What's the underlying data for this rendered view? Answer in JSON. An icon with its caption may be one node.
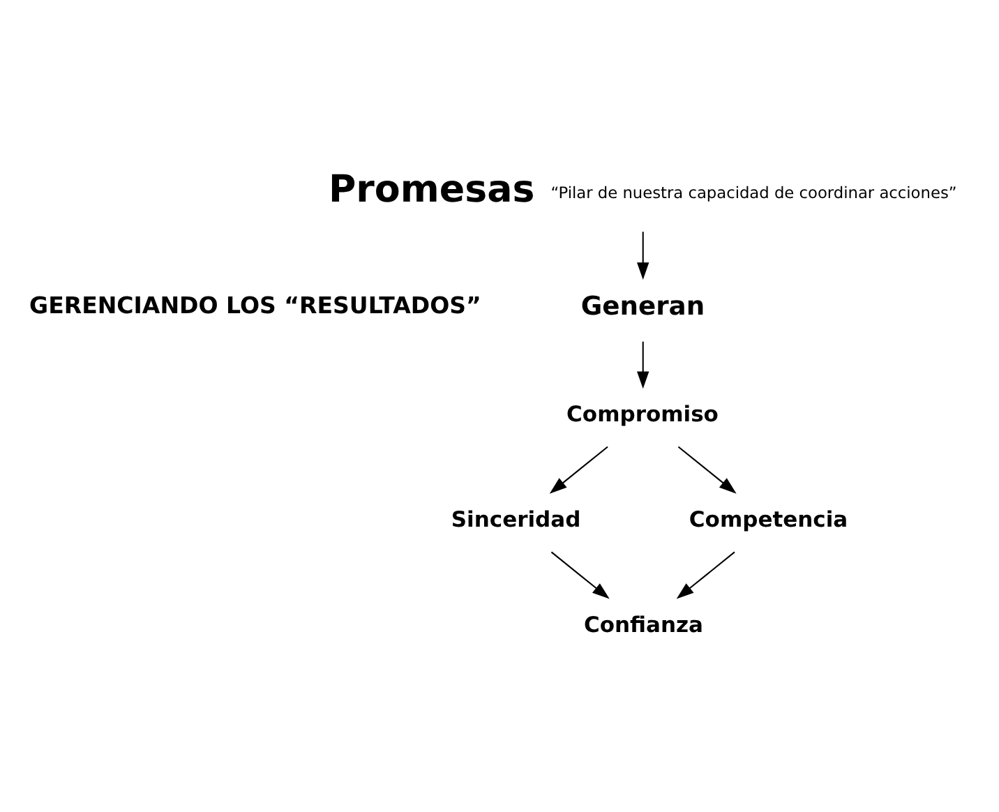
{
  "diagram": {
    "nodes": [
      {
        "text": [
          "Promesas"
        ],
        "beside": [
          "“Pilar de nuestra capacidad de coordinar acciones”"
        ]
      },
      {
        "text": [
          "Generan"
        ]
      },
      {
        "text": [
          "Compromiso"
        ]
      },
      {
        "text": [
          "Sinceridad"
        ]
      },
      {
        "text": [
          "Competencia"
        ]
      },
      {
        "text": [
          "Confianza"
        ]
      }
    ],
    "edges": [
      {
        "from": 0,
        "to": 1,
        "arrow": "to"
      },
      {
        "from": 1,
        "to": 2,
        "arrow": "to"
      },
      {
        "from": 2,
        "to": 3,
        "arrow": "to"
      },
      {
        "from": 2,
        "to": 4,
        "arrow": "to"
      },
      {
        "from": 3,
        "to": 5,
        "arrow": "to"
      },
      {
        "from": 4,
        "to": 5,
        "arrow": "to"
      }
    ],
    "labels": [
      "GERENCIANDO LOS “RESULTADOS”"
    ]
  }
}
